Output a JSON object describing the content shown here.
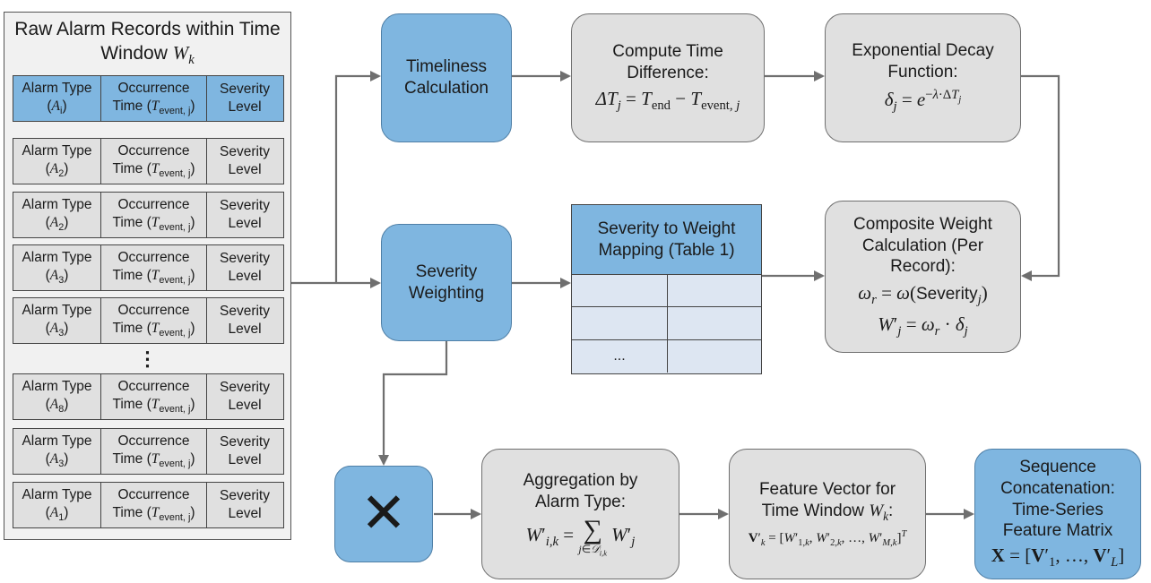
{
  "panel": {
    "title_line1": "Raw Alarm Records",
    "title_line2": "within Time Window",
    "title_var": "W",
    "title_sub": "k",
    "col1_label": "Alarm Type",
    "col2_label1": "Occurrence",
    "col2_label2": "Time",
    "col2_var": "T",
    "col2_sub": "event, j",
    "col3_label1": "Severity",
    "col3_label2": "Level",
    "records": [
      {
        "var": "A",
        "sub": "i"
      },
      {
        "var": "A",
        "sub": "2"
      },
      {
        "var": "A",
        "sub": "2"
      },
      {
        "var": "A",
        "sub": "3"
      },
      {
        "var": "A",
        "sub": "3"
      },
      {
        "var": "A",
        "sub": "8"
      },
      {
        "var": "A",
        "sub": "3"
      },
      {
        "var": "A",
        "sub": "1"
      }
    ],
    "ellipsis": "⋮"
  },
  "nodes": {
    "timeliness": [
      "Timeliness",
      "Calculation"
    ],
    "time_diff": [
      "Compute Time",
      "Difference:"
    ],
    "time_diff_formula": "ΔTⱼ = T_end − T_event, j",
    "decay": [
      "Exponential Decay",
      "Function:"
    ],
    "decay_formula": "δⱼ = e^(−λ·ΔTⱼ)",
    "severity": [
      "Severity",
      "Weighting"
    ],
    "table_title": [
      "Severity to Weight",
      "Mapping (Table 1)"
    ],
    "table_ellipsis": "...",
    "composite": [
      "Composite Weight",
      "Calculation (Per",
      "Record):"
    ],
    "composite_formula1": "ωᵣ = ω(Severityⱼ)",
    "composite_formula2": "W′ⱼ = ωᵣ · δⱼ",
    "multiply_symbol": "✕",
    "aggregation": [
      "Aggregation by",
      "Alarm Type:"
    ],
    "aggregation_formula": "W′ᵢ,ₖ = Σ_{j∈𝒟ᵢ,ₖ} W′ⱼ",
    "feature": [
      "Feature Vector for",
      "Time Window"
    ],
    "feature_var": "Wₖ:",
    "feature_formula": "V′ₖ = [W′₁,ₖ, W′₂,ₖ, …, W′_M,ₖ]ᵀ",
    "sequence": [
      "Sequence",
      "Concatenation:",
      "Time-Series",
      "Feature Matrix"
    ],
    "sequence_formula": "X = [V′₁, …, V′_L]"
  },
  "colors": {
    "blue": "#7fb6e0",
    "gray": "#e0e0e0",
    "arrow": "#6f6f6f"
  }
}
